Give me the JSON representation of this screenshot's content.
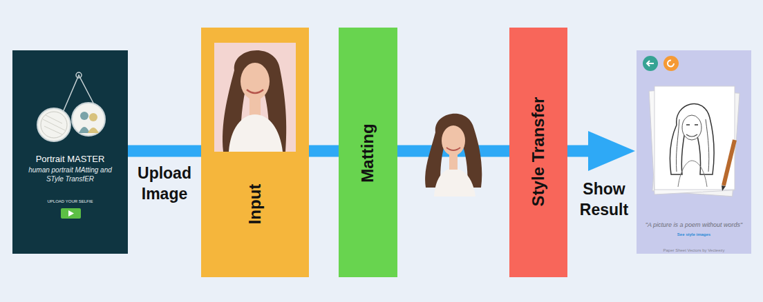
{
  "diagram": {
    "nodes": [
      {
        "text": [
          "Portrait MASTER",
          "human portrait MAtting and STyle TransfER",
          "UPLOAD YOUR SELFIE"
        ]
      },
      {
        "text": [
          "Input"
        ]
      },
      {
        "text": [
          "Matting"
        ]
      },
      {
        "text": [
          "Style Transfer"
        ]
      },
      {
        "text": [
          "\"A picture is a poem without words\"",
          "See style images",
          "Paper Sheet Vectors by Vecteezy"
        ]
      }
    ],
    "edges": [
      {
        "from": 0,
        "to": 1,
        "arrow": "none",
        "label": "Upload Image"
      },
      {
        "from": 1,
        "to": 2,
        "arrow": "none"
      },
      {
        "from": 2,
        "to": 3,
        "arrow": "none"
      },
      {
        "from": 3,
        "to": 4,
        "arrow": "to",
        "label": "Show Result"
      }
    ]
  }
}
